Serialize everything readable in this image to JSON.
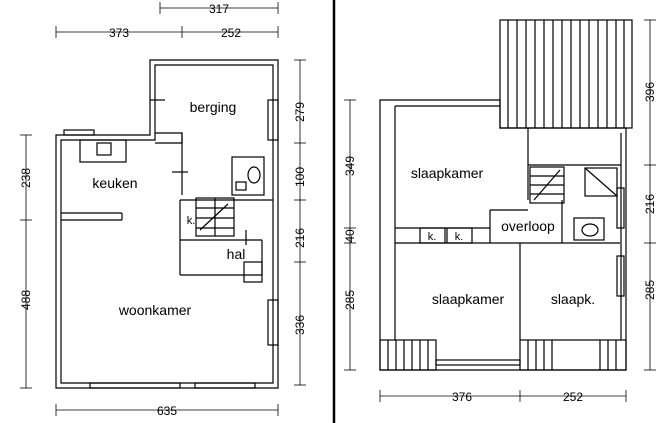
{
  "ground_floor": {
    "rooms": {
      "berging": "berging",
      "keuken": "keuken",
      "kast": "k.",
      "hal": "hal",
      "woonkamer": "woonkamer"
    },
    "dims": {
      "top": "317",
      "left": "373",
      "right": "252",
      "berging": "279",
      "toilet": "100",
      "hal": "216",
      "woonkamer_right": "336",
      "keuken": "238",
      "woonkamer_left": "488",
      "bottom": "635"
    }
  },
  "first_floor": {
    "rooms": {
      "slaapkamer1": "slaapkamer",
      "kast1": "k.",
      "kast2": "k.",
      "overloop": "overloop",
      "slaapkamer2": "slaapkamer",
      "slaapk": "slaapk."
    },
    "dims": {
      "top_right": "396",
      "left_upper": "349",
      "left_mid": "40",
      "left_lower": "285",
      "right_mid": "216",
      "right_lower": "285",
      "bottom_left": "376",
      "bottom_right": "252"
    }
  }
}
